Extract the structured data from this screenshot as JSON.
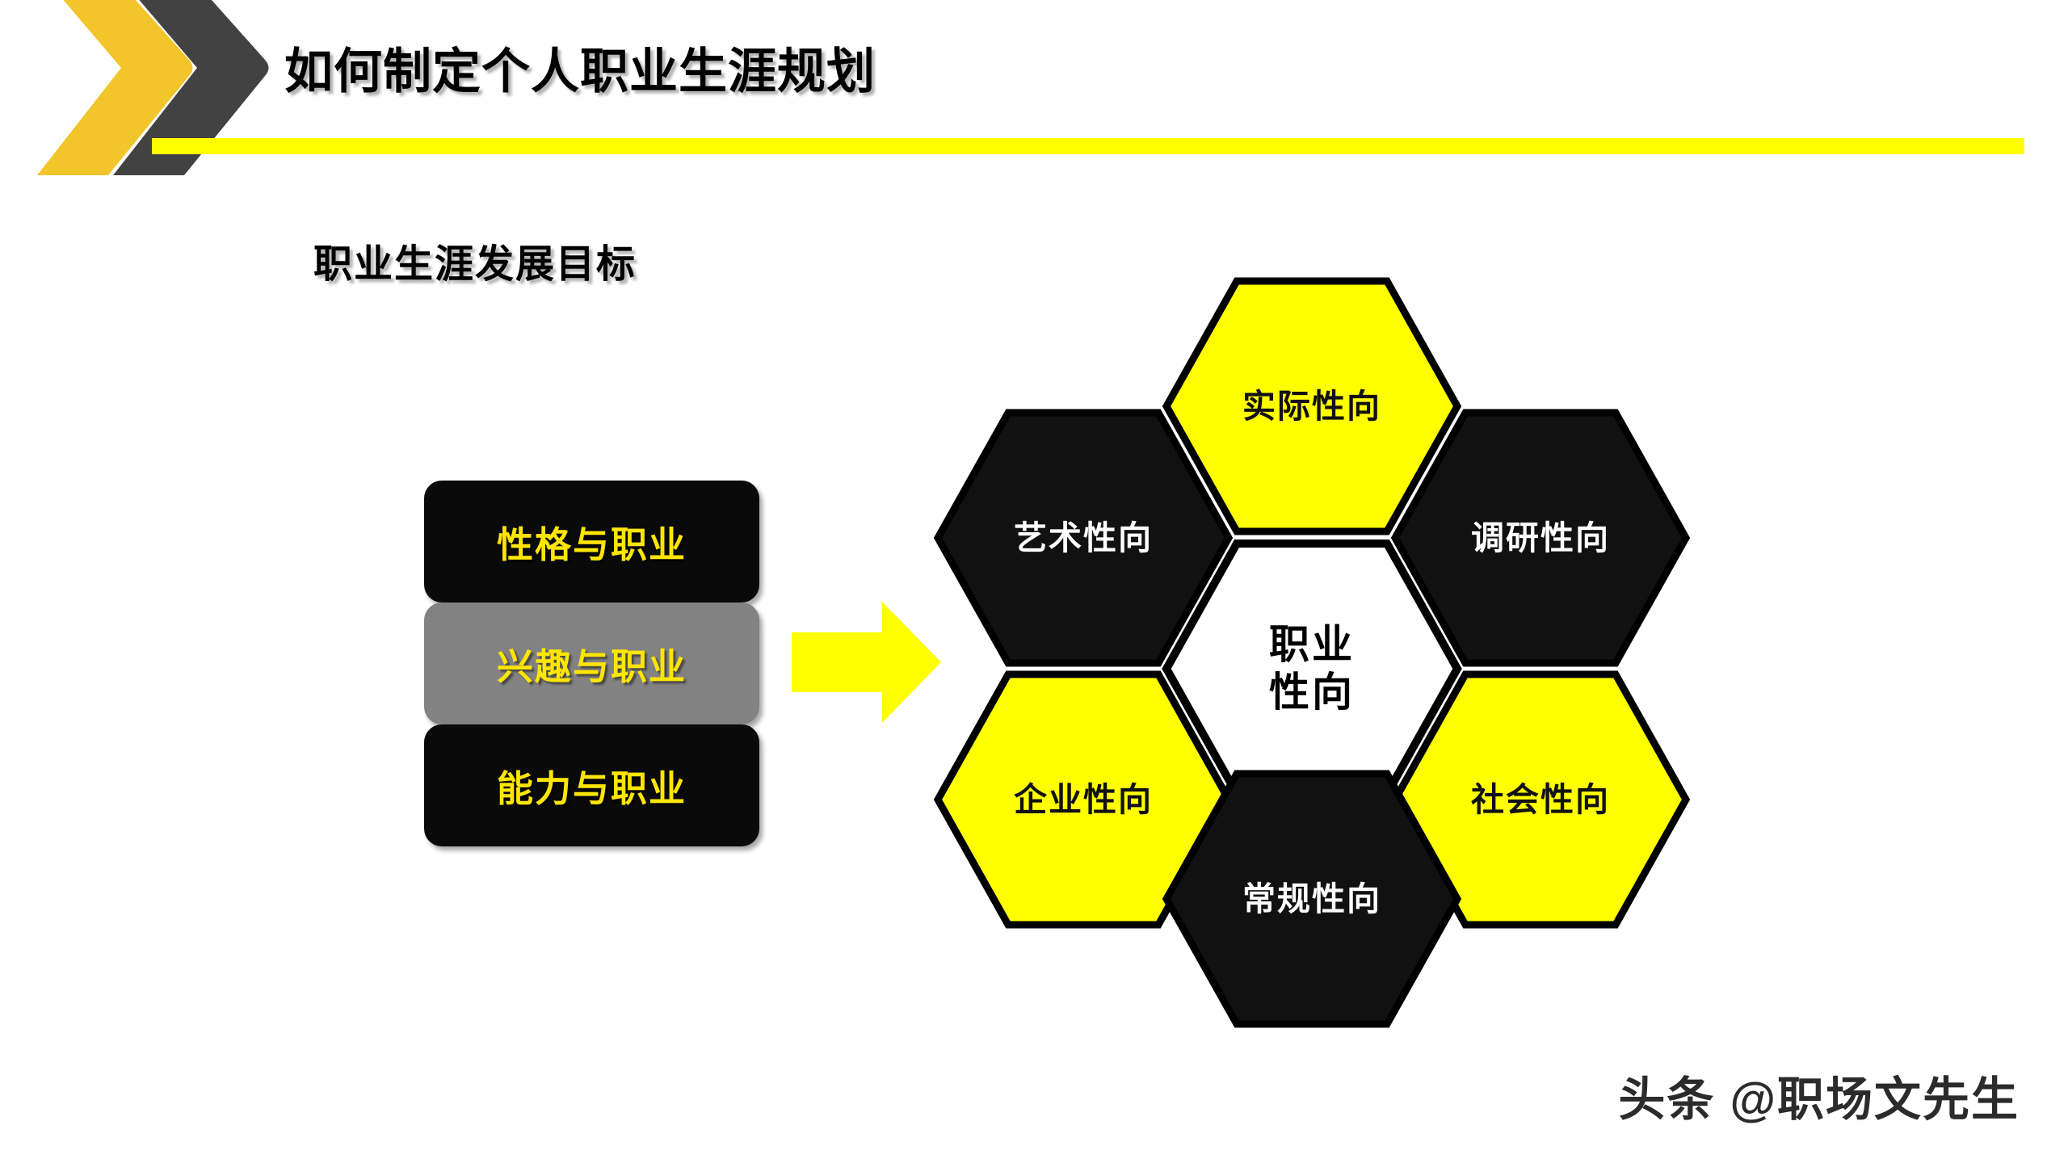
{
  "slide": {
    "title": "如何制定个人职业生涯规划",
    "subtitle": "职业生涯发展目标",
    "watermark": "头条 @职场文先生"
  },
  "colors": {
    "accent_yellow": "#FFFF00",
    "label_yellow": "#FFE600",
    "logo_gold": "#F2C52B",
    "logo_dark": "#424242",
    "box_black": "#0A0A0A",
    "box_grey": "#828282",
    "hex_outline": "#000000",
    "background": "#FFFFFF"
  },
  "icons": {
    "chevron_gold": "chevron-right-gold-icon",
    "chevron_dark": "chevron-right-dark-icon",
    "flow_arrow": "arrow-right-icon"
  },
  "option_stack": {
    "items": [
      {
        "label": "性格与职业",
        "state": "normal",
        "fill": "#0A0A0A",
        "text_color": "#FFE600"
      },
      {
        "label": "兴趣与职业",
        "state": "highlighted",
        "fill": "#828282",
        "text_color": "#FFE600"
      },
      {
        "label": "能力与职业",
        "state": "normal",
        "fill": "#0A0A0A",
        "text_color": "#FFE600"
      }
    ]
  },
  "hex_cluster": {
    "center": {
      "label": "职业\n性向",
      "fill": "#FFFFFF",
      "text_color": "#000000",
      "position": "center"
    },
    "petals": [
      {
        "label": "实际性向",
        "fill": "#FFFF00",
        "text_color": "#111111",
        "position": "top"
      },
      {
        "label": "艺术性向",
        "fill": "#111111",
        "text_color": "#FFFFFF",
        "position": "top-left"
      },
      {
        "label": "调研性向",
        "fill": "#111111",
        "text_color": "#FFFFFF",
        "position": "top-right"
      },
      {
        "label": "企业性向",
        "fill": "#FFFF00",
        "text_color": "#111111",
        "position": "bottom-left"
      },
      {
        "label": "社会性向",
        "fill": "#FFFF00",
        "text_color": "#111111",
        "position": "bottom-right"
      },
      {
        "label": "常规性向",
        "fill": "#111111",
        "text_color": "#FFFFFF",
        "position": "bottom"
      }
    ]
  }
}
